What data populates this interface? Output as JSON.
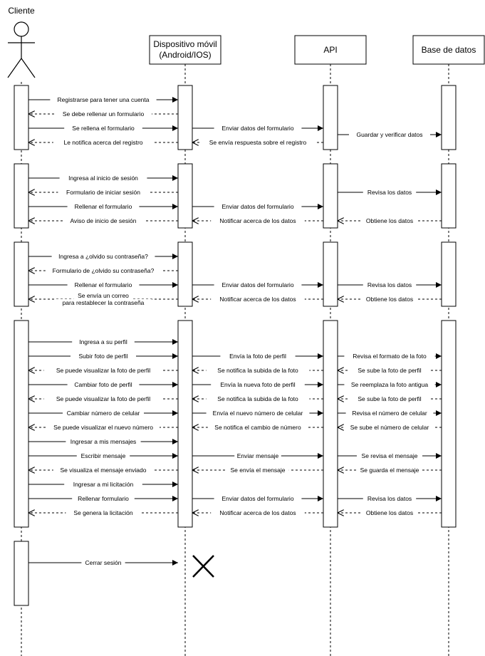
{
  "participants": [
    {
      "id": "cliente",
      "label_lines": [
        "Cliente"
      ],
      "kind": "actor"
    },
    {
      "id": "movil",
      "label_lines": [
        "Dispositivo móvil",
        "(Android/IOS)"
      ],
      "kind": "box"
    },
    {
      "id": "api",
      "label_lines": [
        "API"
      ],
      "kind": "box"
    },
    {
      "id": "db",
      "label_lines": [
        "Base de datos"
      ],
      "kind": "box"
    }
  ],
  "messages": [
    {
      "from": "cliente",
      "to": "movil",
      "lines": [
        "Registrarse para tener una cuenta"
      ],
      "style": "solid"
    },
    {
      "from": "movil",
      "to": "cliente",
      "lines": [
        "Se debe rellenar un formulario"
      ],
      "style": "dashed"
    },
    {
      "from": "cliente",
      "to": "movil",
      "lines": [
        "Se rellena el formulario"
      ],
      "style": "solid"
    },
    {
      "from": "movil",
      "to": "api",
      "lines": [
        "Enviar datos del formulario"
      ],
      "style": "solid"
    },
    {
      "from": "api",
      "to": "db",
      "lines": [
        "Guardar y verificar datos"
      ],
      "style": "solid"
    },
    {
      "from": "movil",
      "to": "cliente",
      "lines": [
        "Le notifica acerca del registro"
      ],
      "style": "dashed"
    },
    {
      "from": "api",
      "to": "movil",
      "lines": [
        "Se envía respuesta sobre el registro"
      ],
      "style": "dashed"
    },
    {
      "from": "cliente",
      "to": "movil",
      "lines": [
        "Ingresa al inicio de sesión"
      ],
      "style": "solid"
    },
    {
      "from": "movil",
      "to": "cliente",
      "lines": [
        "Formulario de iniciar sesión"
      ],
      "style": "dashed"
    },
    {
      "from": "api",
      "to": "db",
      "lines": [
        "Revisa los datos"
      ],
      "style": "solid"
    },
    {
      "from": "cliente",
      "to": "movil",
      "lines": [
        "Rellenar el formulario"
      ],
      "style": "solid"
    },
    {
      "from": "movil",
      "to": "api",
      "lines": [
        "Enviar datos del formulario"
      ],
      "style": "solid"
    },
    {
      "from": "movil",
      "to": "cliente",
      "lines": [
        "Aviso de inicio de sesión"
      ],
      "style": "dashed"
    },
    {
      "from": "api",
      "to": "movil",
      "lines": [
        "Notificar acerca de los datos"
      ],
      "style": "dashed"
    },
    {
      "from": "db",
      "to": "api",
      "lines": [
        "Obtiene los datos"
      ],
      "style": "dashed"
    },
    {
      "from": "cliente",
      "to": "movil",
      "lines": [
        "Ingresa a ¿olvido su contraseña?"
      ],
      "style": "solid"
    },
    {
      "from": "movil",
      "to": "cliente",
      "lines": [
        "Formulario de ¿olvido su contraseña?"
      ],
      "style": "dashed"
    },
    {
      "from": "cliente",
      "to": "movil",
      "lines": [
        "Rellenar el formulario"
      ],
      "style": "solid"
    },
    {
      "from": "movil",
      "to": "api",
      "lines": [
        "Enviar datos del formulario"
      ],
      "style": "solid"
    },
    {
      "from": "api",
      "to": "db",
      "lines": [
        "Revisa los datos"
      ],
      "style": "solid"
    },
    {
      "from": "movil",
      "to": "cliente",
      "lines": [
        "Se envía un correo",
        "para restablecer la contraseña"
      ],
      "style": "dashed"
    },
    {
      "from": "api",
      "to": "movil",
      "lines": [
        "Notificar acerca de los datos"
      ],
      "style": "dashed"
    },
    {
      "from": "db",
      "to": "api",
      "lines": [
        "Obtiene los datos"
      ],
      "style": "dashed"
    },
    {
      "from": "cliente",
      "to": "movil",
      "lines": [
        "Ingresa a su perfil"
      ],
      "style": "solid"
    },
    {
      "from": "cliente",
      "to": "movil",
      "lines": [
        "Subir foto de perfil"
      ],
      "style": "solid"
    },
    {
      "from": "movil",
      "to": "api",
      "lines": [
        "Envía la foto de perfil"
      ],
      "style": "solid"
    },
    {
      "from": "api",
      "to": "db",
      "lines": [
        "Revisa el formato de la foto"
      ],
      "style": "solid"
    },
    {
      "from": "movil",
      "to": "cliente",
      "lines": [
        "Se puede visualizar la foto de perfil"
      ],
      "style": "dashed"
    },
    {
      "from": "api",
      "to": "movil",
      "lines": [
        "Se notifica la subida de la foto"
      ],
      "style": "dashed"
    },
    {
      "from": "db",
      "to": "api",
      "lines": [
        "Se sube la foto de perfil"
      ],
      "style": "dashed"
    },
    {
      "from": "cliente",
      "to": "movil",
      "lines": [
        "Cambiar foto de perfil"
      ],
      "style": "solid"
    },
    {
      "from": "movil",
      "to": "api",
      "lines": [
        "Envía la nueva foto de perfil"
      ],
      "style": "solid"
    },
    {
      "from": "api",
      "to": "db",
      "lines": [
        "Se reemplaza la foto antigua"
      ],
      "style": "solid"
    },
    {
      "from": "movil",
      "to": "cliente",
      "lines": [
        "Se puede visualizar la foto de perfil"
      ],
      "style": "dashed"
    },
    {
      "from": "api",
      "to": "movil",
      "lines": [
        "Se notifica la subida de la foto"
      ],
      "style": "dashed"
    },
    {
      "from": "db",
      "to": "api",
      "lines": [
        "Se sube la foto de perfil"
      ],
      "style": "dashed"
    },
    {
      "from": "cliente",
      "to": "movil",
      "lines": [
        "Cambiar número de celular"
      ],
      "style": "solid"
    },
    {
      "from": "movil",
      "to": "api",
      "lines": [
        "Envía el nuevo número de celular"
      ],
      "style": "solid"
    },
    {
      "from": "api",
      "to": "db",
      "lines": [
        "Revisa el número de celular"
      ],
      "style": "solid"
    },
    {
      "from": "movil",
      "to": "cliente",
      "lines": [
        "Se puede visualizar el nuevo número"
      ],
      "style": "dashed"
    },
    {
      "from": "api",
      "to": "movil",
      "lines": [
        "Se notifica el cambio de número"
      ],
      "style": "dashed"
    },
    {
      "from": "db",
      "to": "api",
      "lines": [
        "Se sube el número de celular"
      ],
      "style": "dashed"
    },
    {
      "from": "cliente",
      "to": "movil",
      "lines": [
        "Ingresar a mis mensajes"
      ],
      "style": "solid"
    },
    {
      "from": "cliente",
      "to": "movil",
      "lines": [
        "Escribir mensaje"
      ],
      "style": "solid"
    },
    {
      "from": "movil",
      "to": "api",
      "lines": [
        "Enviar mensaje"
      ],
      "style": "solid"
    },
    {
      "from": "api",
      "to": "db",
      "lines": [
        "Se revisa el mensaje"
      ],
      "style": "solid"
    },
    {
      "from": "movil",
      "to": "cliente",
      "lines": [
        "Se visualiza el mensaje enviado"
      ],
      "style": "dashed"
    },
    {
      "from": "api",
      "to": "movil",
      "lines": [
        "Se envía el mensaje"
      ],
      "style": "dashed"
    },
    {
      "from": "db",
      "to": "api",
      "lines": [
        "Se guarda el mensaje"
      ],
      "style": "dashed"
    },
    {
      "from": "cliente",
      "to": "movil",
      "lines": [
        "Ingresar a mi licitación"
      ],
      "style": "solid"
    },
    {
      "from": "cliente",
      "to": "movil",
      "lines": [
        "Rellenar formulario"
      ],
      "style": "solid"
    },
    {
      "from": "movil",
      "to": "api",
      "lines": [
        "Enviar datos del formulario"
      ],
      "style": "solid"
    },
    {
      "from": "api",
      "to": "db",
      "lines": [
        "Revisa los datos"
      ],
      "style": "solid"
    },
    {
      "from": "movil",
      "to": "cliente",
      "lines": [
        "Se genera la licitación"
      ],
      "style": "dashed"
    },
    {
      "from": "api",
      "to": "movil",
      "lines": [
        "Notificar acerca de los datos"
      ],
      "style": "dashed"
    },
    {
      "from": "db",
      "to": "api",
      "lines": [
        "Obtiene los datos"
      ],
      "style": "dashed"
    },
    {
      "from": "cliente",
      "to": "movil",
      "lines": [
        "Cerrar sesión"
      ],
      "style": "solid"
    }
  ],
  "termination": {
    "participant": "movil",
    "symbol": "X"
  }
}
